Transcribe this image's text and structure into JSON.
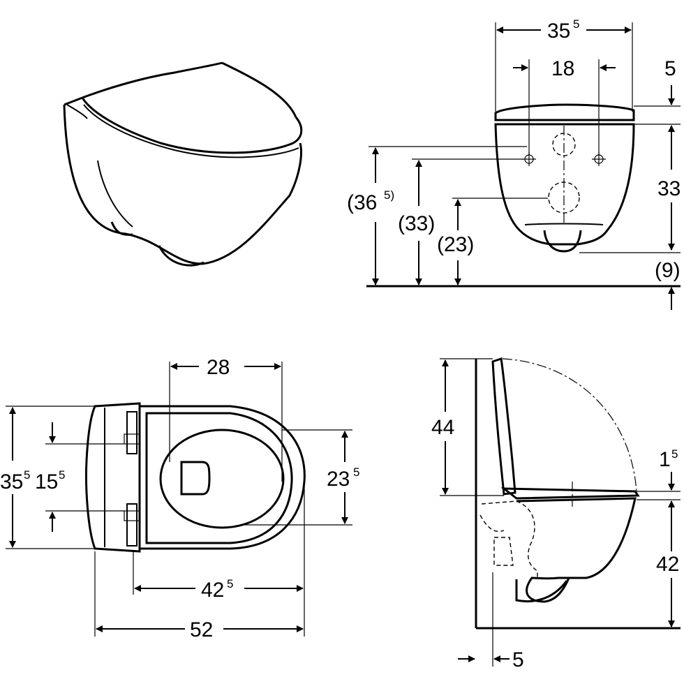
{
  "front_view": {
    "width_total": "35",
    "width_total_sup": "5",
    "bolt_spacing": "18",
    "seat_thickness": "5",
    "bowl_height": "33",
    "floor_to_top": "(36",
    "floor_to_top_sup": "5)",
    "floor_to_fixing": "(33)",
    "floor_to_outlet": "(23)",
    "floor_clearance": "(9)"
  },
  "top_view": {
    "seat_span": "28",
    "outer_width": "35",
    "outer_width_sup": "5",
    "fixing_spacing": "15",
    "fixing_spacing_sup": "5",
    "inner_width": "23",
    "inner_width_sup": "5",
    "depth_bowl": "42",
    "depth_bowl_sup": "5",
    "depth_total": "52"
  },
  "side_view": {
    "lid_height": "44",
    "seat_gap": "1",
    "seat_gap_sup": "5",
    "rim_height": "42",
    "wall_offset": "5"
  }
}
